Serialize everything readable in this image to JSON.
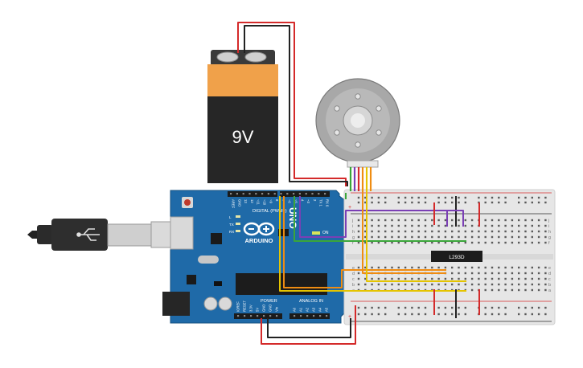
{
  "battery": {
    "label": "9V"
  },
  "arduino": {
    "brand": "ARDUINO",
    "model": "UNO",
    "header_digital": "DIGITAL (PWM~)",
    "header_power": "POWER",
    "header_analog": "ANALOG IN",
    "on_label": "ON",
    "led_labels": [
      "L",
      "TX",
      "RX"
    ],
    "digital_pins": [
      "AREF",
      "GND",
      "13",
      "12",
      "~11",
      "~10",
      "~9",
      "8",
      "7",
      "~6",
      "~5",
      "4",
      "~3",
      "2",
      "TX 1",
      "RX 0"
    ],
    "power_pins": [
      "IOREF",
      "RESET",
      "3.3V",
      "5V",
      "GND",
      "GND",
      "Vin"
    ],
    "analog_pins": [
      "A0",
      "A1",
      "A2",
      "A3",
      "A4",
      "A5"
    ]
  },
  "chip": {
    "label": "L293D"
  },
  "breadboard": {
    "row_letters_top": [
      "j",
      "i",
      "h",
      "g",
      "f"
    ],
    "row_letters_bottom": [
      "e",
      "d",
      "c",
      "b",
      "a"
    ],
    "plus": "+",
    "minus": "-"
  },
  "colors": {
    "red_wire": "#d42a2a",
    "black_wire": "#222222",
    "green_wire": "#3aa63a",
    "purple_wire": "#7b3fb5",
    "yellow_wire": "#e5c400",
    "orange_wire": "#ef8c12",
    "arduino_blue": "#1f6aa8",
    "battery_orange": "#f0a14a",
    "battery_black": "#262626"
  }
}
